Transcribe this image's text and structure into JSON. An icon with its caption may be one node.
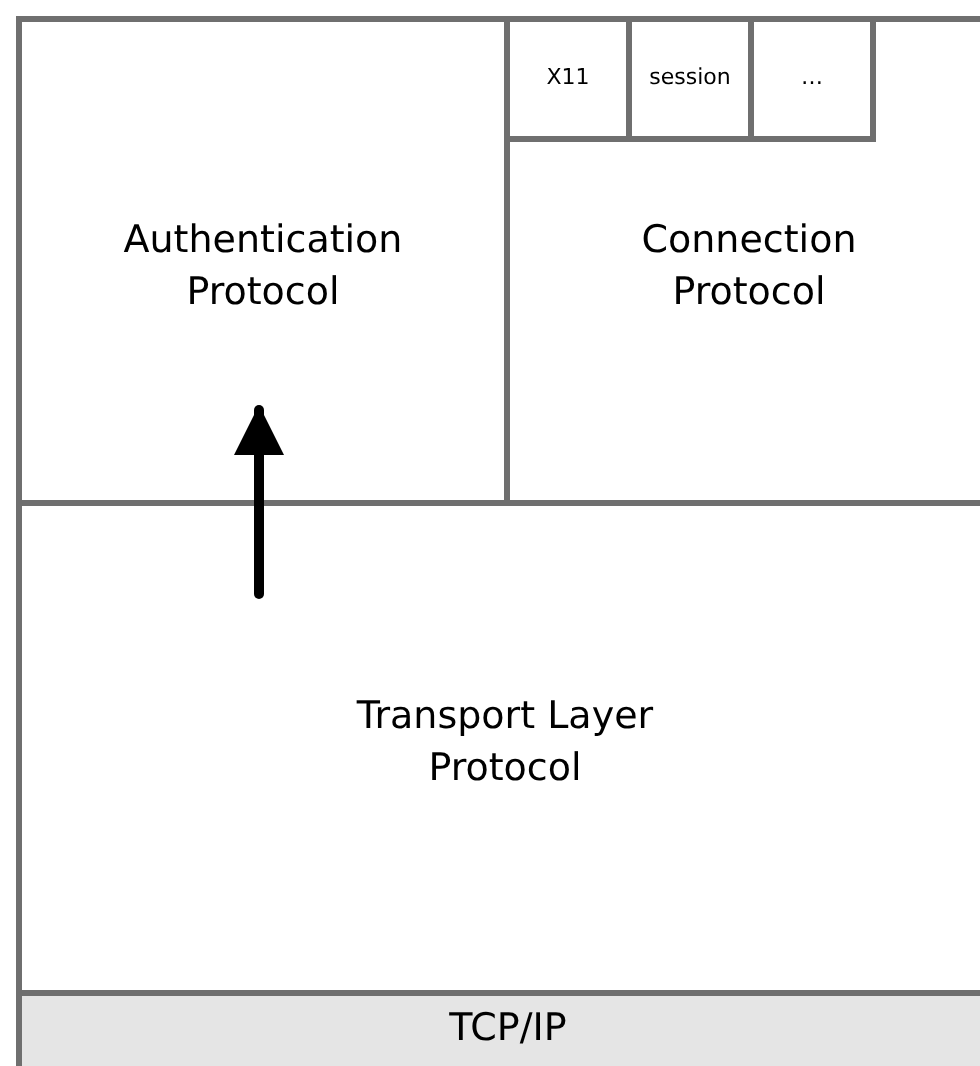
{
  "diagram": {
    "nodes": [
      {
        "text": [
          "Authentication Protocol"
        ]
      },
      {
        "text": [
          "Connection Protocol"
        ]
      },
      {
        "text": [
          "X11"
        ],
        "in": 1
      },
      {
        "text": [
          "session"
        ],
        "in": 1
      },
      {
        "text": [
          "…"
        ],
        "in": 1
      },
      {
        "text": [
          "Transport Layer Protocol"
        ]
      },
      {
        "text": [
          "TCP/IP"
        ]
      }
    ],
    "edges": [
      {
        "from": 5,
        "to": 0,
        "arrow": "to"
      }
    ]
  }
}
